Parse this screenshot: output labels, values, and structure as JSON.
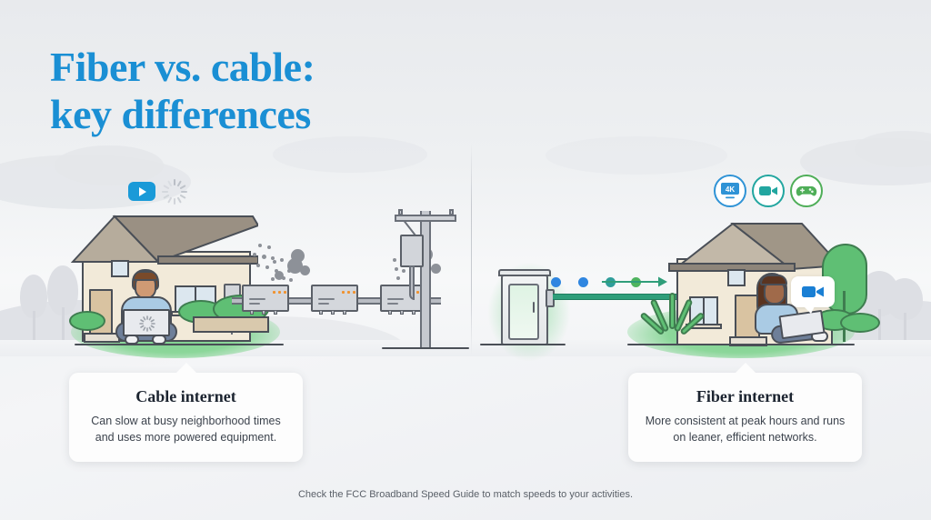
{
  "title": {
    "line1": "Fiber vs. cable:",
    "line2": "key differences",
    "color": "#1a8fd4"
  },
  "footer": {
    "note": "Check the FCC Broadband Speed Guide to match speeds to your activities."
  },
  "cards": [
    {
      "id": "cable",
      "heading": "Cable internet",
      "body": "Can slow at busy neighborhood times and uses more powered equipment."
    },
    {
      "id": "fiber",
      "heading": "Fiber internet",
      "body": "More consistent at peak hours and runs on leaner, efficient networks."
    }
  ],
  "left_scene": {
    "name": "cable-scene",
    "icons": [
      {
        "name": "play-button-icon",
        "label": "play",
        "color": "#1a9ad8"
      },
      {
        "name": "loading-spinner-icon",
        "label": "buffering",
        "color": "#b7bcc4"
      }
    ],
    "laptop_screen": "loading-spinner",
    "equipment": {
      "amplifier_count": 3,
      "amplifier_led_color": "#f0922f",
      "noise_cluster_count": 3,
      "utility_pole": true,
      "house_utility_box": true
    }
  },
  "right_scene": {
    "name": "fiber-scene",
    "badges": [
      {
        "name": "4k-tv-badge",
        "label": "4K",
        "color": "#2f93d6"
      },
      {
        "name": "video-call-badge",
        "label": "video",
        "color": "#22a6a0"
      },
      {
        "name": "gaming-badge",
        "label": "gaming",
        "color": "#4fae58"
      }
    ],
    "cabinet": {
      "name": "fiber-cabinet",
      "glow_color": "#5fcd78"
    },
    "data_dots": [
      "#2f86e0",
      "#2f86e0",
      "#2f9e9a",
      "#4fb45f"
    ],
    "arrow": {
      "name": "data-flow-arrow",
      "color": "#2f9e7a",
      "direction": "right"
    },
    "speech_bubble_icon": "video-camera-icon"
  },
  "palette": {
    "blue": "#1a8fd4",
    "green": "#4fae58",
    "teal": "#22a6a0",
    "outline": "#4a4f57",
    "wall": "#f2ead9",
    "roof": "#a89a88"
  }
}
